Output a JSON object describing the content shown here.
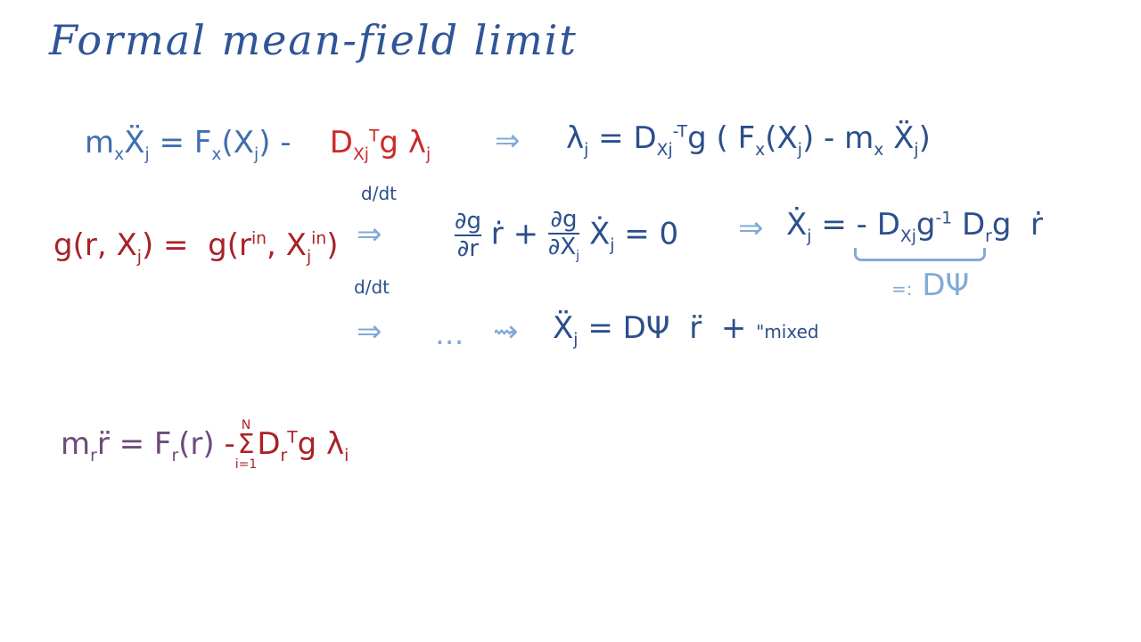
{
  "title": "Formal mean-field limit",
  "line1": {
    "lhs": "m",
    "lhs_sub": "x",
    "X": "Ẍ",
    "X_sub": "j",
    "eq": "=",
    "F": "F",
    "F_sub": "x",
    "F_arg": "(X",
    "F_arg_sub": "j",
    "F_close": ")",
    "minus": "-",
    "D": "D",
    "D_sub": "Xj",
    "D_sup": "T",
    "g": "g",
    "lam": "λ",
    "lam_sub": "j",
    "implies": "⇒",
    "rhs": "λ",
    "rhs_sub": "j",
    "rhs_eq": "=",
    "rhs_D": "D",
    "rhs_D_sub": "Xj",
    "rhs_D_sup": "-T",
    "rhs_g": "g",
    "rhs_open": "(",
    "rhs_F": "F",
    "rhs_F_sub": "x",
    "rhs_F_arg": "(X",
    "rhs_F_arg_sub": "j",
    "rhs_mid": ") - m",
    "rhs_m_sub": "x",
    "rhs_X": "Ẍ",
    "rhs_X_sub": "j",
    "rhs_close": ")"
  },
  "line2": {
    "lhs": "g(r, X",
    "lhs_sub": "j",
    "lhs_close": ")",
    "eq": "=",
    "rhs": "g(r",
    "rhs_sup": "in",
    "rhs_mid": ", X",
    "rhs_X_sub": "j",
    "rhs_X_sup": "in",
    "rhs_close": ")",
    "ddt_num": "d",
    "ddt_den": "dt",
    "implies": "⇒",
    "pg": "∂g",
    "pr": "∂r",
    "rdot": "ṙ",
    "plus": "+",
    "pg2": "∂g",
    "pX": "∂X",
    "pX_sub": "j",
    "Xdot": "Ẋ",
    "Xdot_sub": "j",
    "eq0": "= 0",
    "implies2": "⇒",
    "Xdot2": "Ẋ",
    "Xdot2_sub": "j",
    "eq2": "= -",
    "D1": "D",
    "D1_sub": "Xj",
    "g1": "g",
    "g1_sup": "-1",
    "D2": "D",
    "D2_sub": "r",
    "g2": "g",
    "rdot2": "ṙ",
    "defn": "=:",
    "Dpsi": "DΨ"
  },
  "line3": {
    "ddt_num": "d",
    "ddt_den": "dt",
    "implies": "⇒",
    "dots": "...",
    "squig": "⇝",
    "X": "Ẍ",
    "X_sub": "j",
    "eq": "=",
    "Dpsi": "DΨ",
    "rdd": "r̈",
    "plus": "+",
    "mixed": "\"mixed"
  },
  "line4": {
    "m": "m",
    "m_sub": "r",
    "rdd": "r̈",
    "eq": "=",
    "F": "F",
    "F_sub": "r",
    "F_arg": "(r)",
    "minus": "-",
    "sum_top": "N",
    "sum": "Σ",
    "sum_bot": "i=1",
    "D": "D",
    "D_sub": "r",
    "D_sup": "T",
    "g": "g",
    "lam": "λ",
    "lam_sub": "i"
  }
}
